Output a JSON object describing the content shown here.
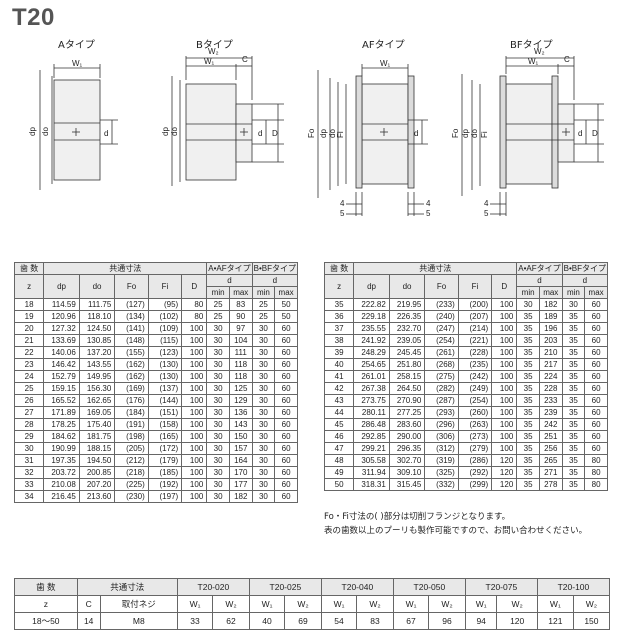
{
  "title": "T20",
  "types": [
    {
      "label": "Aタイプ"
    },
    {
      "label": "Bタイプ"
    },
    {
      "label": "AFタイプ"
    },
    {
      "label": "BFタイプ"
    }
  ],
  "drawing_labels": {
    "w1": "W₁",
    "w2": "W₂",
    "c": "C",
    "d": "d",
    "D": "D",
    "dp": "dp",
    "do": "do",
    "fo": "Fo",
    "fi": "Fi",
    "four": "4",
    "five": "5"
  },
  "main_table": {
    "headers": {
      "teeth": "歯 数",
      "common": "共通寸法",
      "a_af": "A•AFタイプ",
      "b_bf": "B•BFタイプ",
      "z": "z",
      "dp": "dp",
      "do": "do",
      "fo": "Fo",
      "fi": "Fi",
      "D": "D",
      "d": "d",
      "min": "min",
      "max": "max"
    },
    "left_rows": [
      [
        "18",
        "114.59",
        "111.75",
        "(127)",
        "(95)",
        "80",
        "25",
        "83",
        "25",
        "50"
      ],
      [
        "19",
        "120.96",
        "118.10",
        "(134)",
        "(102)",
        "80",
        "25",
        "90",
        "25",
        "50"
      ],
      [
        "20",
        "127.32",
        "124.50",
        "(141)",
        "(109)",
        "100",
        "30",
        "97",
        "30",
        "60"
      ],
      [
        "21",
        "133.69",
        "130.85",
        "(148)",
        "(115)",
        "100",
        "30",
        "104",
        "30",
        "60"
      ],
      [
        "22",
        "140.06",
        "137.20",
        "(155)",
        "(123)",
        "100",
        "30",
        "111",
        "30",
        "60"
      ],
      [
        "23",
        "146.42",
        "143.55",
        "(162)",
        "(130)",
        "100",
        "30",
        "118",
        "30",
        "60"
      ],
      [
        "24",
        "152.79",
        "149.95",
        "(162)",
        "(130)",
        "100",
        "30",
        "118",
        "30",
        "60"
      ],
      [
        "25",
        "159.15",
        "156.30",
        "(169)",
        "(137)",
        "100",
        "30",
        "125",
        "30",
        "60"
      ],
      [
        "26",
        "165.52",
        "162.65",
        "(176)",
        "(144)",
        "100",
        "30",
        "129",
        "30",
        "60"
      ],
      [
        "27",
        "171.89",
        "169.05",
        "(184)",
        "(151)",
        "100",
        "30",
        "136",
        "30",
        "60"
      ],
      [
        "28",
        "178.25",
        "175.40",
        "(191)",
        "(158)",
        "100",
        "30",
        "143",
        "30",
        "60"
      ],
      [
        "29",
        "184.62",
        "181.75",
        "(198)",
        "(165)",
        "100",
        "30",
        "150",
        "30",
        "60"
      ],
      [
        "30",
        "190.99",
        "188.15",
        "(205)",
        "(172)",
        "100",
        "30",
        "157",
        "30",
        "60"
      ],
      [
        "31",
        "197.35",
        "194.50",
        "(212)",
        "(179)",
        "100",
        "30",
        "164",
        "30",
        "60"
      ],
      [
        "32",
        "203.72",
        "200.85",
        "(218)",
        "(185)",
        "100",
        "30",
        "170",
        "30",
        "60"
      ],
      [
        "33",
        "210.08",
        "207.20",
        "(225)",
        "(192)",
        "100",
        "30",
        "177",
        "30",
        "60"
      ],
      [
        "34",
        "216.45",
        "213.60",
        "(230)",
        "(197)",
        "100",
        "30",
        "182",
        "30",
        "60"
      ]
    ],
    "right_rows": [
      [
        "35",
        "222.82",
        "219.95",
        "(233)",
        "(200)",
        "100",
        "30",
        "182",
        "30",
        "60"
      ],
      [
        "36",
        "229.18",
        "226.35",
        "(240)",
        "(207)",
        "100",
        "35",
        "189",
        "35",
        "60"
      ],
      [
        "37",
        "235.55",
        "232.70",
        "(247)",
        "(214)",
        "100",
        "35",
        "196",
        "35",
        "60"
      ],
      [
        "38",
        "241.92",
        "239.05",
        "(254)",
        "(221)",
        "100",
        "35",
        "203",
        "35",
        "60"
      ],
      [
        "39",
        "248.29",
        "245.45",
        "(261)",
        "(228)",
        "100",
        "35",
        "210",
        "35",
        "60"
      ],
      [
        "40",
        "254.65",
        "251.80",
        "(268)",
        "(235)",
        "100",
        "35",
        "217",
        "35",
        "60"
      ],
      [
        "41",
        "261.01",
        "258.15",
        "(275)",
        "(242)",
        "100",
        "35",
        "224",
        "35",
        "60"
      ],
      [
        "42",
        "267.38",
        "264.50",
        "(282)",
        "(249)",
        "100",
        "35",
        "228",
        "35",
        "60"
      ],
      [
        "43",
        "273.75",
        "270.90",
        "(287)",
        "(254)",
        "100",
        "35",
        "233",
        "35",
        "60"
      ],
      [
        "44",
        "280.11",
        "277.25",
        "(293)",
        "(260)",
        "100",
        "35",
        "239",
        "35",
        "60"
      ],
      [
        "45",
        "286.48",
        "283.60",
        "(296)",
        "(263)",
        "100",
        "35",
        "242",
        "35",
        "60"
      ],
      [
        "46",
        "292.85",
        "290.00",
        "(306)",
        "(273)",
        "100",
        "35",
        "251",
        "35",
        "60"
      ],
      [
        "47",
        "299.21",
        "296.35",
        "(312)",
        "(279)",
        "100",
        "35",
        "256",
        "35",
        "60"
      ],
      [
        "48",
        "305.58",
        "302.70",
        "(319)",
        "(286)",
        "120",
        "35",
        "265",
        "35",
        "80"
      ],
      [
        "49",
        "311.94",
        "309.10",
        "(325)",
        "(292)",
        "120",
        "35",
        "271",
        "35",
        "80"
      ],
      [
        "50",
        "318.31",
        "315.45",
        "(332)",
        "(299)",
        "120",
        "35",
        "278",
        "35",
        "80"
      ]
    ]
  },
  "notes": [
    "Fo・Fi寸法の(  )部分は切削フランジとなります。",
    "表の歯数以上のプーリも製作可能ですので、お問い合わせください。"
  ],
  "bottom_table": {
    "headers": {
      "teeth": "歯 数",
      "common": "共通寸法",
      "models": [
        "T20-020",
        "T20-025",
        "T20-040",
        "T20-050",
        "T20-075",
        "T20-100"
      ],
      "z": "z",
      "c": "C",
      "screw": "取付ネジ",
      "w1": "W₁",
      "w2": "W₂"
    },
    "row": {
      "z": "18〜50",
      "c": "14",
      "screw": "M8",
      "values": [
        "33",
        "62",
        "40",
        "69",
        "54",
        "83",
        "67",
        "96",
        "94",
        "120",
        "121",
        "150"
      ]
    }
  }
}
